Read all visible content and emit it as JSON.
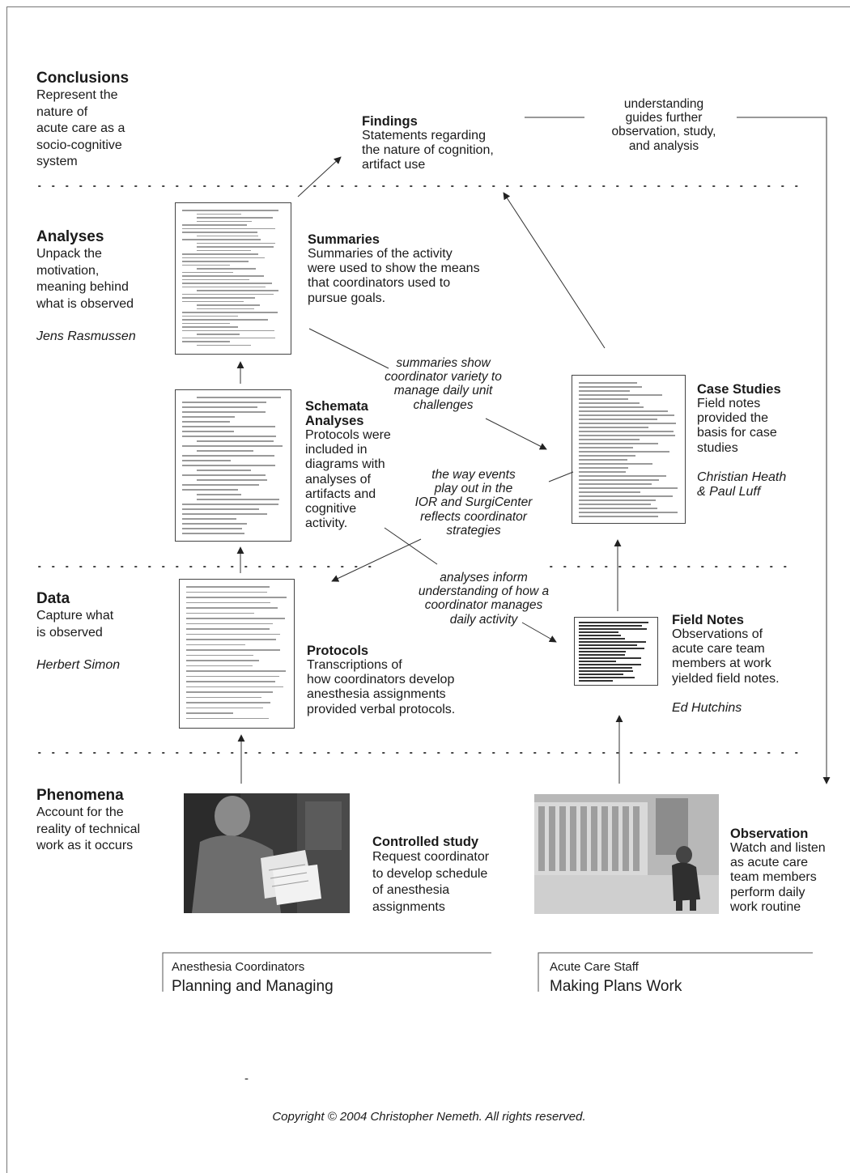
{
  "levels": {
    "conclusions": {
      "title": "Conclusions",
      "desc": "Represent the\nnature of\nacute care as a\nsocio-cognitive\nsystem"
    },
    "analyses": {
      "title": "Analyses",
      "desc": "Unpack the\nmotivation,\nmeaning behind\nwhat is observed",
      "author": "Jens Rasmussen"
    },
    "data": {
      "title": "Data",
      "desc": "Capture what\nis observed",
      "author": "Herbert Simon"
    },
    "phenomena": {
      "title": "Phenomena",
      "desc": "Account for the\nreality of technical\nwork as it occurs"
    }
  },
  "boxes": {
    "findings": {
      "title": "Findings",
      "desc": "Statements regarding\nthe nature of cognition,\nartifact use"
    },
    "summaries": {
      "title": "Summaries",
      "desc": "Summaries of the activity\nwere used to show the means\nthat coordinators used to\npursue goals."
    },
    "schemata": {
      "title": "Schemata\nAnalyses",
      "desc": "Protocols were\nincluded in\ndiagrams with\nanalyses of\nartifacts and\ncognitive\nactivity."
    },
    "case_studies": {
      "title": "Case Studies",
      "desc": "Field notes\nprovided the\nbasis for case\nstudies",
      "author": "Christian Heath\n& Paul Luff"
    },
    "protocols": {
      "title": "Protocols",
      "desc": "Transcriptions of\nhow coordinators develop\nanesthesia assignments\nprovided verbal protocols."
    },
    "field_notes": {
      "title": "Field Notes",
      "desc": "Observations of\nacute care team\nmembers at work\nyielded field notes.",
      "author": "Ed Hutchins"
    },
    "controlled_study": {
      "title": "Controlled study",
      "desc": "Request coordinator\nto develop schedule\nof anesthesia\nassignments"
    },
    "observation": {
      "title": "Observation",
      "desc": "Watch and listen\nas acute care\nteam members\nperform daily\nwork routine"
    }
  },
  "annotations": {
    "understanding": "understanding\nguides further\nobservation, study,\nand analysis",
    "summaries_show": "summaries show\ncoordinator variety to\nmanage daily unit\nchallenges",
    "way_events": "the way events\nplay out in the\nIOR and SurgiCenter\nreflects coordinator\nstrategies",
    "analyses_inform": "analyses inform\nunderstanding of how a\ncoordinator manages\ndaily activity"
  },
  "groups": {
    "left": {
      "small": "Anesthesia Coordinators",
      "big": "Planning and Managing"
    },
    "right": {
      "small": "Acute Care Staff",
      "big": "Making Plans Work"
    }
  },
  "footer": {
    "dash": "-",
    "copyright": "Copyright © 2004 Christopher Nemeth.  All rights reserved."
  },
  "colors": {
    "ink": "#1a1a1a",
    "photo": "#555555",
    "rule": "#666666"
  }
}
